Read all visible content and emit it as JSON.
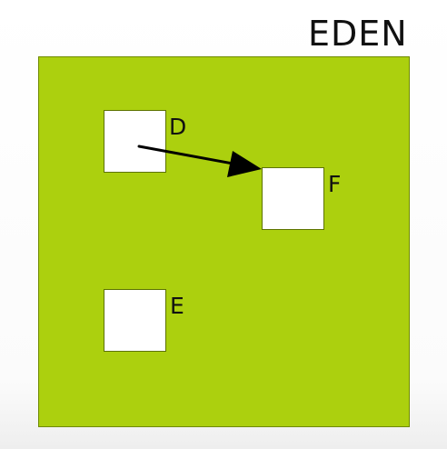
{
  "region": {
    "title": "EDEN",
    "fill_color": "#acd00e"
  },
  "objects": [
    {
      "id": "D",
      "label": "D"
    },
    {
      "id": "F",
      "label": "F"
    },
    {
      "id": "E",
      "label": "E"
    }
  ],
  "references": [
    {
      "from": "D",
      "to": "F"
    }
  ]
}
